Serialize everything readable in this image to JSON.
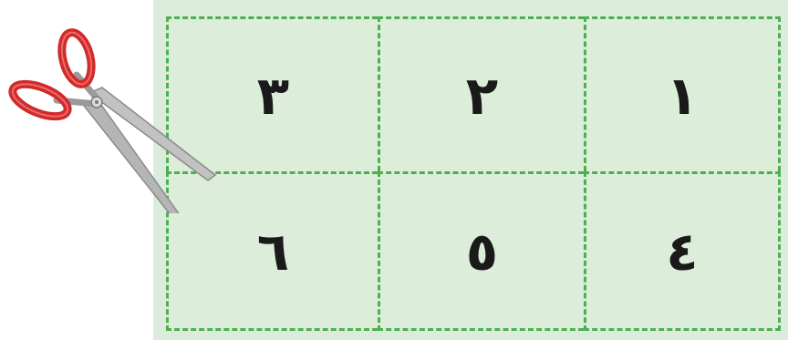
{
  "cells": [
    {
      "label": "٣"
    },
    {
      "label": "٢"
    },
    {
      "label": "١"
    },
    {
      "label": "٦"
    },
    {
      "label": "٥"
    },
    {
      "label": "٤"
    }
  ],
  "colors": {
    "cell_fill": "#dcedda",
    "dash_border": "#4caf50",
    "numeral": "#1a1a1a",
    "scissor_handle": "#d32f2f",
    "scissor_blade": "#b0b0b0"
  },
  "icons": {
    "scissors": "scissors-icon"
  }
}
